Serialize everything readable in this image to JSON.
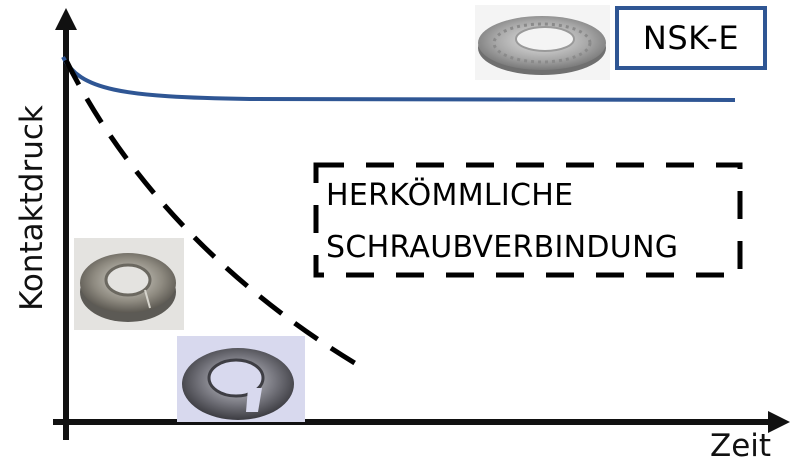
{
  "diagram": {
    "y_axis_label": "Kontaktdruck",
    "x_axis_label": "Zeit",
    "series": [
      {
        "name": "NSK-E",
        "label": "NSK-E",
        "style": "solid",
        "color": "#2f5694",
        "description": "slight initial drop then flat, high contact pressure over time"
      },
      {
        "name": "conventional",
        "label_line1": "HERKÖMMLICHE",
        "label_line2": "SCHRAUBVERBINDUNG",
        "style": "dashed",
        "color": "#000000",
        "description": "steep continuous drop in contact pressure over time"
      }
    ],
    "images": [
      {
        "name": "nsk-e-washer-photo",
        "description": "serrated wedge-lock washer"
      },
      {
        "name": "split-lock-washer-photo-1",
        "description": "spring lock washer"
      },
      {
        "name": "split-lock-washer-photo-2",
        "description": "spring lock washer"
      }
    ],
    "colors": {
      "nsk_line": "#2f5694",
      "axis": "#111111",
      "dashed": "#000000"
    }
  }
}
